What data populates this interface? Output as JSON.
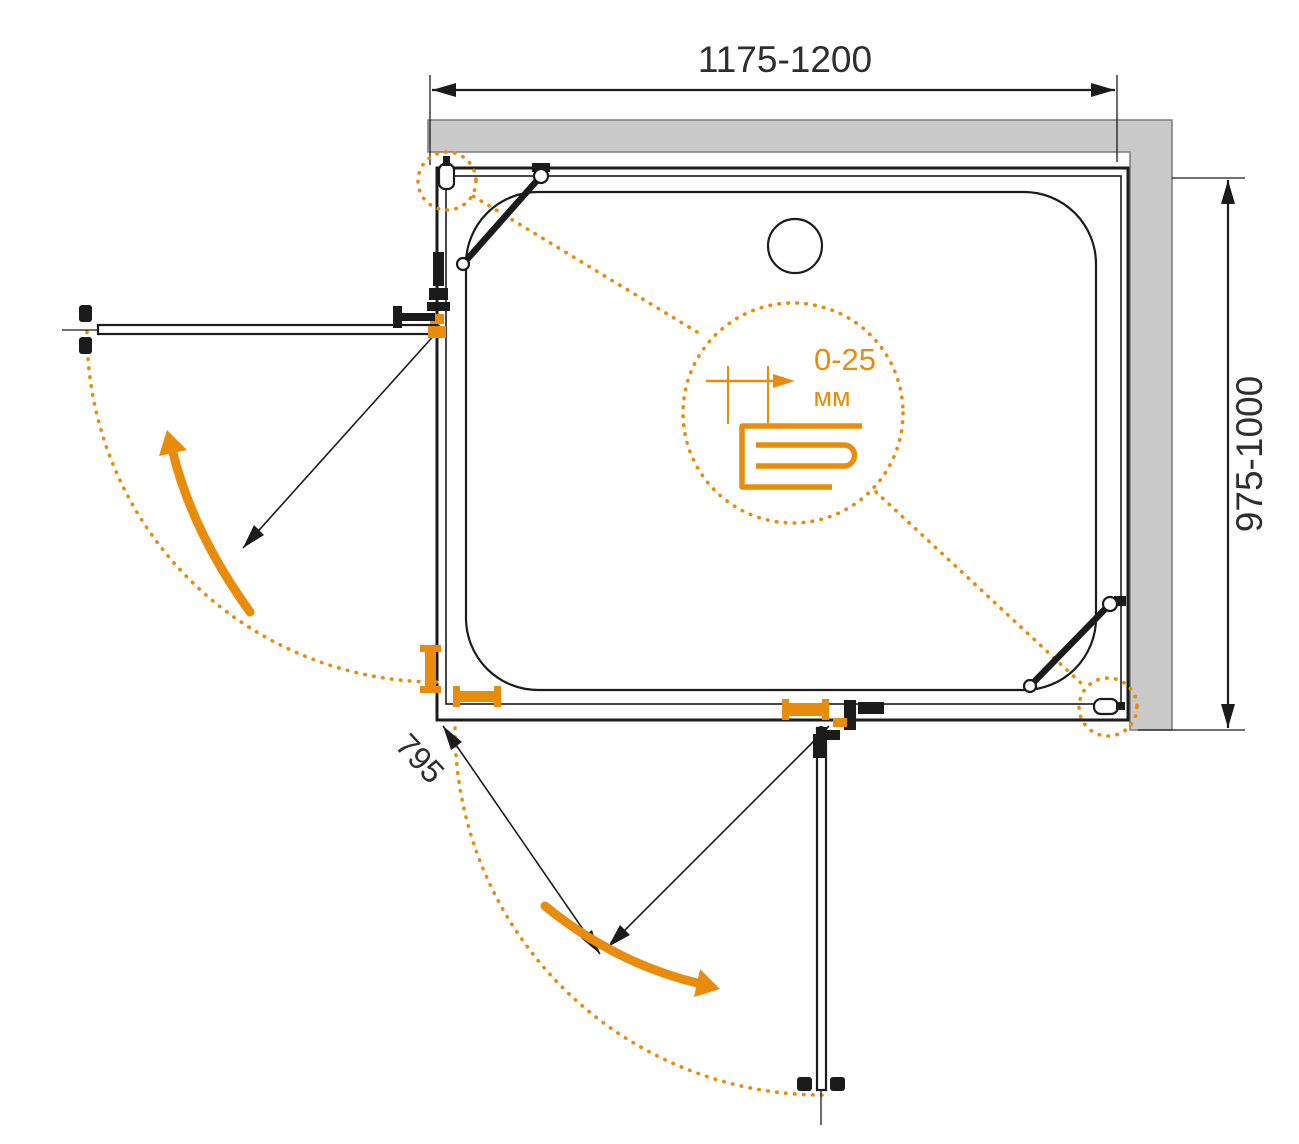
{
  "diagram": {
    "width_label": "1175-1200",
    "height_label": "975-1000",
    "door_label": "795",
    "detail": {
      "range_label": "0-25",
      "unit_label": "мм"
    }
  },
  "colors": {
    "accent": "#EA8C0B",
    "line": "#1B1B1B",
    "wall": "#C9C9C9"
  }
}
